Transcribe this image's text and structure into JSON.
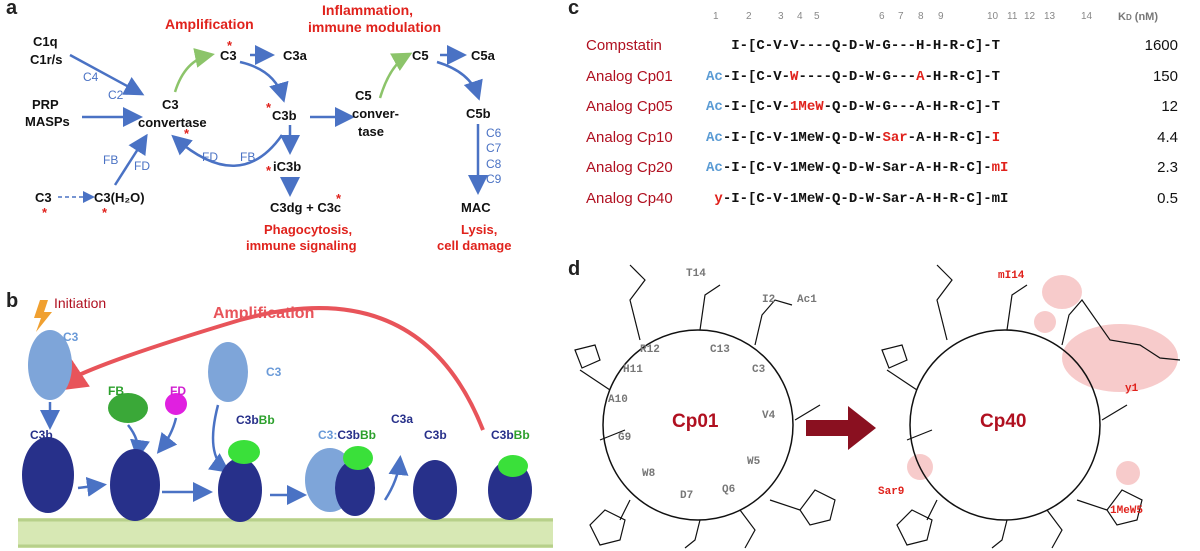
{
  "panels": {
    "a": "a",
    "b": "b",
    "c": "c",
    "d": "d"
  },
  "panel_a": {
    "c1q": "C1q",
    "c1rs": "C1r/s",
    "c4": "C4",
    "c2": "C2",
    "prp": "PRP",
    "masps": "MASPs",
    "c3conv1": "C3",
    "c3conv2": "convertase",
    "fb1": "FB",
    "fd1": "FD",
    "c3h": "C3",
    "c3h2o": "C3(H₂O)",
    "amplification": "Amplification",
    "c3": "C3",
    "c3a": "C3a",
    "c3b": "C3b",
    "fd2": "FD",
    "fb2": "FB",
    "ic3b": "iC3b",
    "c3dg": "C3dg + C3c",
    "phago1": "Phagocytosis,",
    "phago2": "immune signaling",
    "inflam1": "Inflammation,",
    "inflam2": "immune modulation",
    "c5conv1": "C5",
    "c5conv2": "conver-",
    "c5conv3": "tase",
    "c5": "C5",
    "c5a": "C5a",
    "c5b": "C5b",
    "c6": "C6",
    "c7": "C7",
    "c8": "C8",
    "c9": "C9",
    "mac": "MAC",
    "lysis1": "Lysis,",
    "lysis2": "cell damage",
    "star": "*"
  },
  "panel_b": {
    "initiation": "Initiation",
    "amplification": "Amplification",
    "c3_top": "C3",
    "c3b_1": "C3b",
    "fb": "FB",
    "fd": "FD",
    "c3_2": "C3",
    "c3bbb_c3b": "C3b",
    "c3bbb_bb": "Bb",
    "c3c3bbb_c3": "C3:",
    "c3c3bbb_c3b": "C3b",
    "c3c3bbb_bb": "Bb",
    "c3a": "C3a",
    "c3b_2": "C3b",
    "c3bbb2_c3b": "C3b",
    "c3bbb2_bb": "Bb"
  },
  "panel_c": {
    "positions": [
      "1",
      "2",
      "3",
      "4",
      "5",
      "6",
      "7",
      "8",
      "9",
      "10",
      "11",
      "12",
      "13",
      "14"
    ],
    "kd_header": "K",
    "kd_sub": "D",
    "kd_unit": " (nM)",
    "rows": [
      {
        "name": "Compstatin",
        "seq": [
          {
            "t": "   I-[C-V-V----Q-D-W-G---H-H-R-C]-T",
            "c": "k"
          }
        ],
        "kd": "1600"
      },
      {
        "name": "Analog Cp01",
        "seq": [
          {
            "t": "Ac",
            "c": "b"
          },
          {
            "t": "-I-[C-V-",
            "c": "k"
          },
          {
            "t": "W",
            "c": "r"
          },
          {
            "t": "----Q-D-W-G---",
            "c": "k"
          },
          {
            "t": "A",
            "c": "r"
          },
          {
            "t": "-H-R-C]-T",
            "c": "k"
          }
        ],
        "kd": "150"
      },
      {
        "name": "Analog Cp05",
        "seq": [
          {
            "t": "Ac",
            "c": "b"
          },
          {
            "t": "-I-[C-V-",
            "c": "k"
          },
          {
            "t": "1MeW",
            "c": "r"
          },
          {
            "t": "-Q-D-W-G---A-H-R-C]-T",
            "c": "k"
          }
        ],
        "kd": "12"
      },
      {
        "name": "Analog Cp10",
        "seq": [
          {
            "t": "Ac",
            "c": "b"
          },
          {
            "t": "-I-[C-V-1MeW-Q-D-W-",
            "c": "k"
          },
          {
            "t": "Sar",
            "c": "r"
          },
          {
            "t": "-A-H-R-C]-",
            "c": "k"
          },
          {
            "t": "I",
            "c": "r"
          }
        ],
        "kd": "4.4"
      },
      {
        "name": "Analog Cp20",
        "seq": [
          {
            "t": "Ac",
            "c": "b"
          },
          {
            "t": "-I-[C-V-1MeW-Q-D-W-Sar-A-H-R-C]-",
            "c": "k"
          },
          {
            "t": "mI",
            "c": "r"
          }
        ],
        "kd": "2.3"
      },
      {
        "name": "Analog Cp40",
        "seq": [
          {
            "t": " y",
            "c": "r"
          },
          {
            "t": "-I-[C-V-1MeW-Q-D-W-Sar-A-H-R-C]-mI",
            "c": "k"
          }
        ],
        "kd": "0.5"
      }
    ]
  },
  "panel_d": {
    "cp01": "Cp01",
    "cp40": "Cp40",
    "t14": "T14",
    "i2": "I2",
    "ac1": "Ac1",
    "r12": "R12",
    "c13": "C13",
    "h11": "H11",
    "c3": "C3",
    "a10": "A10",
    "v4": "V4",
    "g9": "G9",
    "w8": "W8",
    "w5": "W5",
    "d7": "D7",
    "q6": "Q6",
    "mi14": "mI14",
    "y1": "y1",
    "sar9": "Sar9",
    "mew5": "1MeW5"
  }
}
